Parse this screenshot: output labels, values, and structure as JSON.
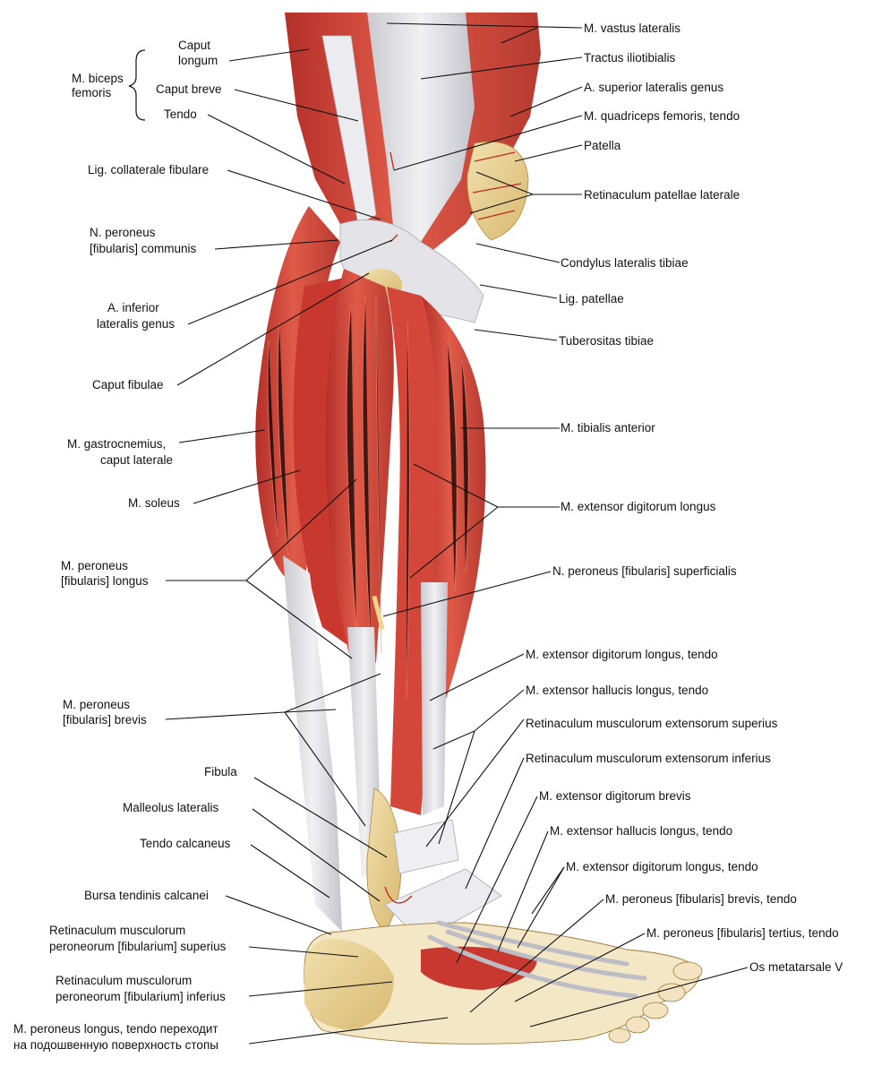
{
  "labels": {
    "biceps_group": [
      "M. biceps",
      "femoris"
    ],
    "caput_longum": [
      "Caput",
      "longum"
    ],
    "caput_breve": "Caput breve",
    "tendo": "Tendo",
    "lig_coll_fib": "Lig. collaterale fibulare",
    "n_peroneus_comm": [
      "N. peroneus",
      "[fibularis] communis"
    ],
    "a_inf_lat_genus": [
      "A. inferior",
      "lateralis genus"
    ],
    "caput_fibulae": "Caput fibulae",
    "gastrocnemius": [
      "M. gastrocnemius,",
      "caput laterale"
    ],
    "soleus": "M. soleus",
    "peroneus_longus": [
      "M. peroneus",
      "[fibularis] longus"
    ],
    "peroneus_brevis": [
      "M. peroneus",
      "[fibularis] brevis"
    ],
    "fibula": "Fibula",
    "malleolus": "Malleolus lateralis",
    "tendo_calcaneus": "Tendo calcaneus",
    "bursa": "Bursa tendinis calcanei",
    "ret_per_sup": [
      "Retinaculum musculorum",
      "peroneorum [fibularium] superius"
    ],
    "ret_per_inf": [
      "Retinaculum musculorum",
      "peroneorum [fibularium] inferius"
    ],
    "per_longus_tendo": [
      "M. peroneus longus, tendo переходит",
      "на подошвенную поверхность стопы"
    ],
    "vastus_lat": "M. vastus lateralis",
    "tractus": "Tractus iliotibialis",
    "a_sup_lat_genus": "A. superior lateralis genus",
    "quadriceps_tendo": "M. quadriceps femoris, tendo",
    "patella": "Patella",
    "ret_patellae": "Retinaculum patellae laterale",
    "condylus": "Condylus lateralis tibiae",
    "lig_patellae": "Lig. patellae",
    "tuberositas": "Tuberositas tibiae",
    "tibialis_ant": "M. tibialis anterior",
    "ext_dig_longus": "M. extensor digitorum longus",
    "n_per_superf": "N. peroneus [fibularis] superficialis",
    "ext_dig_longus_tendo": "M. extensor digitorum longus, tendo",
    "ext_hall_longus_tendo": "M. extensor hallucis longus, tendo",
    "ret_ext_sup": "Retinaculum musculorum extensorum superius",
    "ret_ext_inf": "Retinaculum musculorum extensorum inferius",
    "ext_dig_brevis": "M. extensor digitorum brevis",
    "ext_hall_longus_tendo2": "M. extensor hallucis longus, tendo",
    "ext_dig_longus_tendo2": "M. extensor digitorum longus, tendo",
    "per_brevis_tendo": "M. peroneus [fibularis] brevis, tendo",
    "per_tertius_tendo": "M. peroneus [fibularis] tertius, tendo",
    "os_metatarsale": "Os metatarsale V"
  },
  "colors": {
    "muscle": "#d8483a",
    "muscle_dark": "#b3302a",
    "muscle_light": "#e8826f",
    "tendon": "#e6e6ea",
    "bone": "#e9d39a",
    "skin_outline": "#9a3b2e"
  }
}
